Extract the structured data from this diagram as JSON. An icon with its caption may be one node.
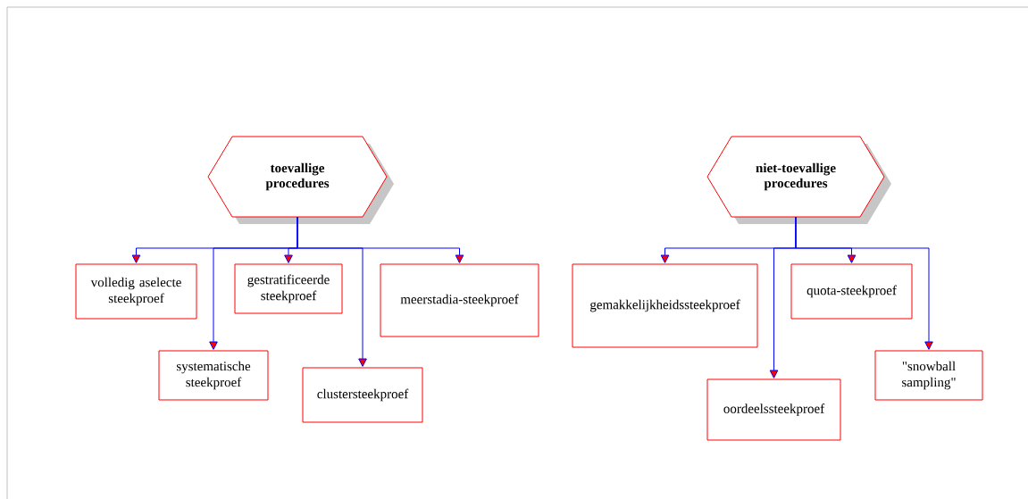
{
  "diagram": {
    "nodes": [
      {
        "text": [
          "toevallige procedures"
        ]
      },
      {
        "text": [
          "volledig aselecte steekproef"
        ]
      },
      {
        "text": [
          "systematische steekproef"
        ]
      },
      {
        "text": [
          "gestratificeerde steekproef"
        ]
      },
      {
        "text": [
          "clustersteekproef"
        ]
      },
      {
        "text": [
          "meerstadia-steekproef"
        ]
      },
      {
        "text": [
          "niet-toevallige procedures"
        ]
      },
      {
        "text": [
          "gemakkelijkheidssteekproef"
        ]
      },
      {
        "text": [
          "oordeelssteekproef"
        ]
      },
      {
        "text": [
          "quota-steekproef"
        ]
      },
      {
        "text": [
          "\"snowball sampling\""
        ]
      }
    ],
    "edges": [
      {
        "from": 0,
        "to": 1,
        "arrow": "to"
      },
      {
        "from": 0,
        "to": 2,
        "arrow": "to"
      },
      {
        "from": 0,
        "to": 3,
        "arrow": "to"
      },
      {
        "from": 0,
        "to": 4,
        "arrow": "to"
      },
      {
        "from": 0,
        "to": 5,
        "arrow": "to"
      },
      {
        "from": 6,
        "to": 7,
        "arrow": "to"
      },
      {
        "from": 6,
        "to": 8,
        "arrow": "to"
      },
      {
        "from": 6,
        "to": 9,
        "arrow": "to"
      },
      {
        "from": 6,
        "to": 10,
        "arrow": "to"
      }
    ]
  }
}
